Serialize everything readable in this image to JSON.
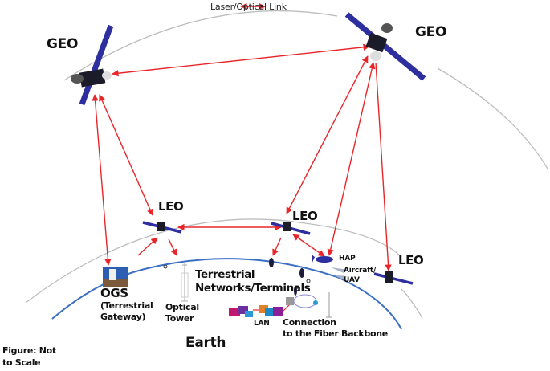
{
  "legend": {
    "label": "Laser/Optical Link",
    "link_color": "#e8262a"
  },
  "colors": {
    "orbit": "#bdbdbd",
    "earth": "#3a6fc4",
    "panel": "#2e2f9e",
    "link": "#e8262a",
    "text": "#111111"
  },
  "satellites": {
    "geo_left": {
      "label": "GEO"
    },
    "geo_right": {
      "label": "GEO"
    },
    "leo_left": {
      "label": "LEO"
    },
    "leo_mid": {
      "label": "LEO"
    },
    "leo_right": {
      "label": "LEO"
    }
  },
  "ground": {
    "ogs": {
      "title": "OGS",
      "line1": "(Terrestrial",
      "line2": "Gateway)"
    },
    "optical_tower": {
      "line1": "Optical",
      "line2": "Tower"
    },
    "terrestrial": {
      "line1": "Terrestrial",
      "line2": "Networks/Terminals"
    },
    "lan": {
      "label": "LAN"
    },
    "fiber": {
      "line1": "Connection",
      "line2": "to the Fiber Backbone"
    },
    "hap": {
      "label": "HAP"
    },
    "aircraft": {
      "line1": "Aircraft/",
      "line2": "UAV"
    },
    "earth": {
      "label": "Earth"
    }
  },
  "note": {
    "line1": "Figure: Not",
    "line2": "to Scale"
  }
}
